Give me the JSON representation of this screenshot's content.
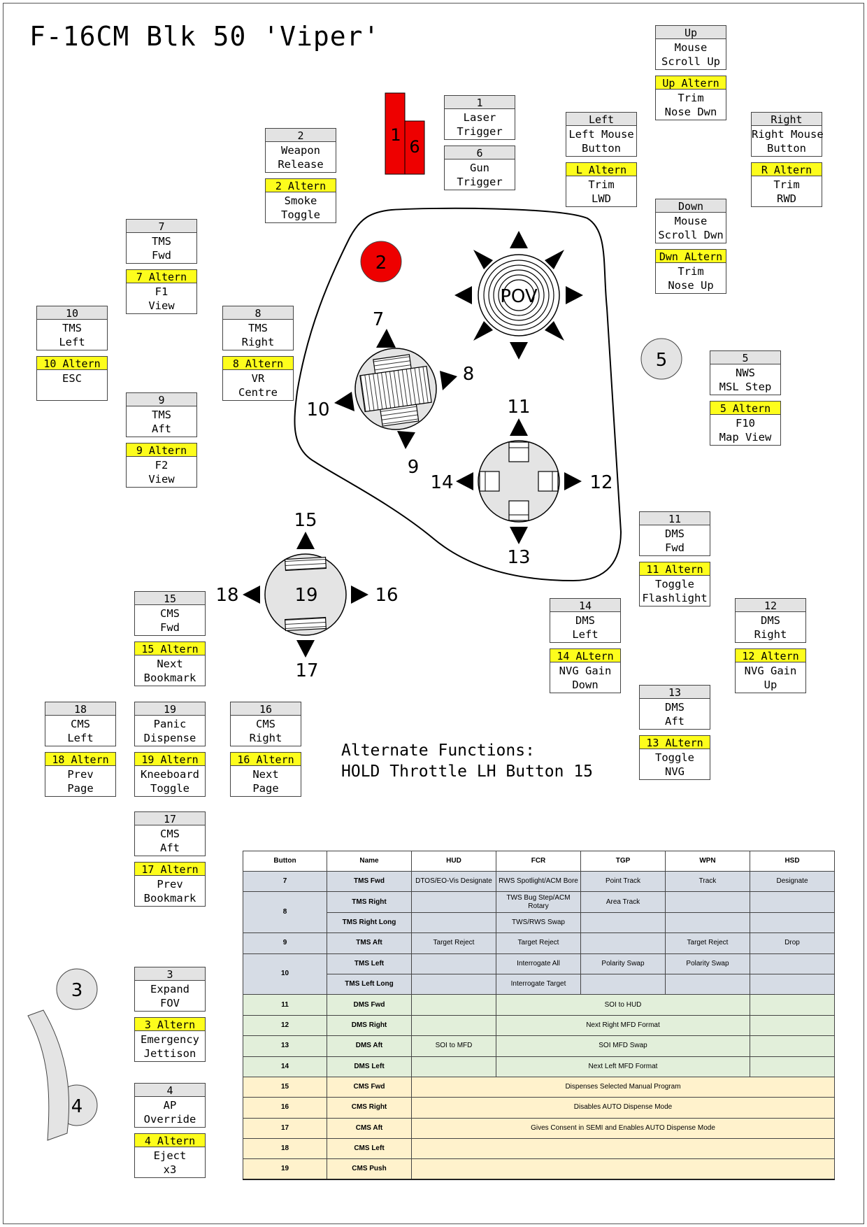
{
  "title": "F-16CM Blk 50 'Viper'",
  "alt_note": [
    "Alternate Functions:",
    "HOLD Throttle LH Button 15"
  ],
  "colors": {
    "header": "#e3e3e3",
    "altern": "#fdfd1c",
    "button_red": "#ee0000",
    "row_tms": "#d6dce5",
    "row_dms": "#e2efda",
    "row_cms": "#fff2cc"
  },
  "diagram": {
    "pov_label": "POV",
    "trigger_labels": [
      "1",
      "6"
    ],
    "button_2": "2",
    "button_3": "3",
    "button_4": "4",
    "button_5": "5",
    "tms_labels": [
      "7",
      "8",
      "9",
      "10"
    ],
    "dms_labels": [
      "11",
      "12",
      "13",
      "14"
    ],
    "cms_labels": [
      "15",
      "16",
      "17",
      "18",
      "19"
    ]
  },
  "blocks": [
    {
      "id": "b1",
      "header": "1",
      "lines": [
        "Laser",
        "Trigger"
      ]
    },
    {
      "id": "b6",
      "header": "6",
      "lines": [
        "Gun",
        "Trigger"
      ]
    },
    {
      "id": "b2",
      "header": "2",
      "lines": [
        "Weapon",
        "Release"
      ],
      "altern": "2 Altern",
      "alt_lines": [
        "Smoke",
        "Toggle"
      ]
    },
    {
      "id": "bleft",
      "header": "Left",
      "lines": [
        "Left Mouse",
        "Button"
      ],
      "altern": "L Altern",
      "alt_lines": [
        "Trim",
        "LWD"
      ]
    },
    {
      "id": "bup",
      "header": "Up",
      "lines": [
        "Mouse",
        "Scroll Up"
      ],
      "altern": "Up Altern",
      "alt_lines": [
        "Trim",
        "Nose Dwn"
      ]
    },
    {
      "id": "bright",
      "header": "Right",
      "lines": [
        "Right Mouse",
        "Button"
      ],
      "altern": "R Altern",
      "alt_lines": [
        "Trim",
        "RWD"
      ]
    },
    {
      "id": "bdown",
      "header": "Down",
      "lines": [
        "Mouse",
        "Scroll Dwn"
      ],
      "altern": "Dwn ALtern",
      "alt_lines": [
        "Trim",
        "Nose Up"
      ]
    },
    {
      "id": "b7",
      "header": "7",
      "lines": [
        "TMS",
        "Fwd"
      ],
      "altern": "7 Altern",
      "alt_lines": [
        "F1",
        "View"
      ]
    },
    {
      "id": "b10",
      "header": "10",
      "lines": [
        "TMS",
        "Left"
      ],
      "altern": "10 Altern",
      "alt_lines": [
        "ESC",
        ""
      ]
    },
    {
      "id": "b8",
      "header": "8",
      "lines": [
        "TMS",
        "Right"
      ],
      "altern": "8 Altern",
      "alt_lines": [
        "VR",
        "Centre"
      ]
    },
    {
      "id": "b9",
      "header": "9",
      "lines": [
        "TMS",
        "Aft"
      ],
      "altern": "9 Altern",
      "alt_lines": [
        "F2",
        "View"
      ]
    },
    {
      "id": "b5",
      "header": "5",
      "lines": [
        "NWS",
        "MSL Step"
      ],
      "altern": "5 Altern",
      "alt_lines": [
        "F10",
        "Map View"
      ]
    },
    {
      "id": "b11",
      "header": "11",
      "lines": [
        "DMS",
        "Fwd"
      ],
      "altern": "11 Altern",
      "alt_lines": [
        "Toggle",
        "Flashlight"
      ]
    },
    {
      "id": "b14",
      "header": "14",
      "lines": [
        "DMS",
        "Left"
      ],
      "altern": "14 ALtern",
      "alt_lines": [
        "NVG Gain",
        "Down"
      ]
    },
    {
      "id": "b12",
      "header": "12",
      "lines": [
        "DMS",
        "Right"
      ],
      "altern": "12 Altern",
      "alt_lines": [
        "NVG Gain",
        "Up"
      ]
    },
    {
      "id": "b13",
      "header": "13",
      "lines": [
        "DMS",
        "Aft"
      ],
      "altern": "13 ALtern",
      "alt_lines": [
        "Toggle",
        "NVG"
      ]
    },
    {
      "id": "b15",
      "header": "15",
      "lines": [
        "CMS",
        "Fwd"
      ],
      "altern": "15 Altern",
      "alt_lines": [
        "Next",
        "Bookmark"
      ]
    },
    {
      "id": "b18",
      "header": "18",
      "lines": [
        "CMS",
        "Left"
      ],
      "altern": "18 Altern",
      "alt_lines": [
        "Prev",
        "Page"
      ]
    },
    {
      "id": "b19",
      "header": "19",
      "lines": [
        "Panic",
        "Dispense"
      ],
      "altern": "19 Altern",
      "alt_lines": [
        "Kneeboard",
        "Toggle"
      ]
    },
    {
      "id": "b16",
      "header": "16",
      "lines": [
        "CMS",
        "Right"
      ],
      "altern": "16 Altern",
      "alt_lines": [
        "Next",
        "Page"
      ]
    },
    {
      "id": "b17",
      "header": "17",
      "lines": [
        "CMS",
        "Aft"
      ],
      "altern": "17 Altern",
      "alt_lines": [
        "Prev",
        "Bookmark"
      ]
    },
    {
      "id": "b3",
      "header": "3",
      "lines": [
        "Expand",
        "FOV"
      ],
      "altern": "3 Altern",
      "alt_lines": [
        "Emergency",
        "Jettison"
      ]
    },
    {
      "id": "b4",
      "header": "4",
      "lines": [
        "AP",
        "Override"
      ],
      "altern": "4 Altern",
      "alt_lines": [
        "Eject",
        "x3"
      ]
    }
  ],
  "table": {
    "columns": [
      "Button",
      "Name",
      "HUD",
      "FCR",
      "TGP",
      "WPN",
      "HSD"
    ],
    "rows": [
      [
        "7",
        "TMS Fwd",
        "DTOS/EO-Vis Designate",
        "RWS Spotlight/ACM Bore",
        "Point Track",
        "Track",
        "Designate"
      ],
      [
        "8",
        "TMS Right",
        "",
        "TWS Bug Step/ACM Rotary",
        "Area Track",
        "",
        ""
      ],
      [
        "",
        "TMS Right Long",
        "",
        "TWS/RWS Swap",
        "",
        "",
        ""
      ],
      [
        "9",
        "TMS Aft",
        "Target Reject",
        "Target Reject",
        "",
        "Target Reject",
        "Drop"
      ],
      [
        "10",
        "TMS Left",
        "",
        "Interrogate All",
        "Polarity Swap",
        "Polarity Swap",
        ""
      ],
      [
        "",
        "TMS Left Long",
        "",
        "Interrogate Target",
        "",
        "",
        ""
      ],
      [
        "11",
        "DMS Fwd",
        "",
        "SOI to HUD",
        "",
        "",
        ""
      ],
      [
        "12",
        "DMS Right",
        "",
        "Next Right MFD Format",
        "",
        "",
        ""
      ],
      [
        "13",
        "DMS Aft",
        "SOI to MFD",
        "SOI MFD Swap",
        "",
        "",
        ""
      ],
      [
        "14",
        "DMS Left",
        "",
        "Next Left MFD Format",
        "",
        "",
        ""
      ],
      [
        "15",
        "CMS Fwd",
        "Dispenses Selected Manual Program",
        "",
        "",
        "",
        ""
      ],
      [
        "16",
        "CMS Right",
        "Disables AUTO Dispense Mode",
        "",
        "",
        "",
        ""
      ],
      [
        "17",
        "CMS Aft",
        "Gives Consent in SEMI and Enables AUTO Dispense Mode",
        "",
        "",
        "",
        ""
      ],
      [
        "18",
        "CMS Left",
        "",
        "",
        "",
        "",
        ""
      ],
      [
        "19",
        "CMS Push",
        "",
        "",
        "",
        "",
        ""
      ]
    ]
  }
}
